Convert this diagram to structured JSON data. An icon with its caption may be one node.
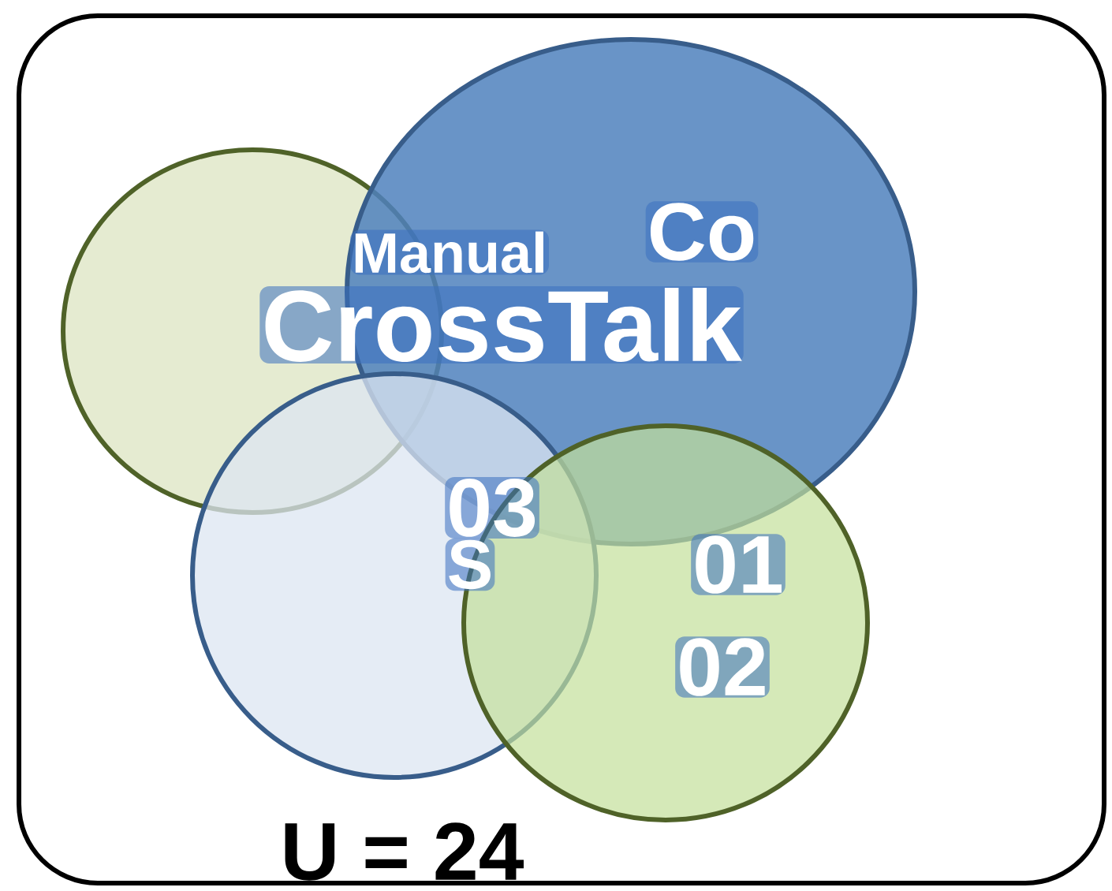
{
  "diagram": {
    "nodes": [
      {
        "text": [],
        "shape": "box"
      },
      {
        "text": [],
        "shape": "circle",
        "in": 0
      },
      {
        "text": [],
        "shape": "circle",
        "in": 0
      },
      {
        "text": [],
        "shape": "circle",
        "in": 0
      },
      {
        "text": [],
        "shape": "circle",
        "in": 0
      }
    ],
    "labels": [
      "Co",
      "Manual",
      "CrossTalk",
      "03",
      "S",
      "01",
      "02",
      "U = 24"
    ]
  }
}
